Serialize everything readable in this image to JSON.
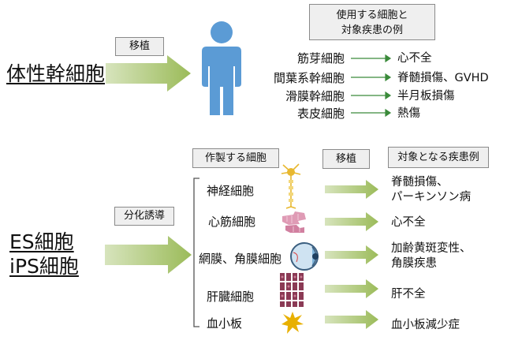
{
  "top": {
    "title": "体性幹細胞",
    "transplant_label": "移植",
    "header_line1": "使用する細胞と",
    "header_line2": "対象疾患の例",
    "rows": [
      {
        "cell": "筋芽細胞",
        "disease": "心不全"
      },
      {
        "cell": "間葉系幹細胞",
        "disease": "脊髄損傷、GVHD"
      },
      {
        "cell": "滑膜幹細胞",
        "disease": "半月板損傷"
      },
      {
        "cell": "表皮細胞",
        "disease": "熱傷"
      }
    ]
  },
  "bottom": {
    "title_line1": "ES細胞",
    "title_line2": "iPS細胞",
    "induction_label": "分化誘導",
    "cells_header": "作製する細胞",
    "transplant_label": "移植",
    "disease_header": "対象となる疾患例",
    "rows": [
      {
        "cell": "神経細胞",
        "icon": "neuron-icon",
        "disease_line1": "脊髄損傷、",
        "disease_line2": "パーキンソン病"
      },
      {
        "cell": "心筋細胞",
        "icon": "cardiomyocyte-icon",
        "disease_line1": "心不全",
        "disease_line2": ""
      },
      {
        "cell": "網膜、角膜細胞",
        "icon": "eye-icon",
        "disease_line1": "加齢黄斑変性、",
        "disease_line2": "角膜疾患"
      },
      {
        "cell": "肝臓細胞",
        "icon": "liver-cell-icon",
        "disease_line1": "肝不全",
        "disease_line2": ""
      },
      {
        "cell": "血小板",
        "icon": "platelet-icon",
        "disease_line1": "血小板減少症",
        "disease_line2": ""
      }
    ]
  },
  "colors": {
    "arrow_fill": "#9bbb59",
    "person": "#5b9bd5",
    "neuron": "#e8b830",
    "cardio": "#d98aa8",
    "liver": "#8b3a55",
    "platelet": "#e8b000"
  }
}
